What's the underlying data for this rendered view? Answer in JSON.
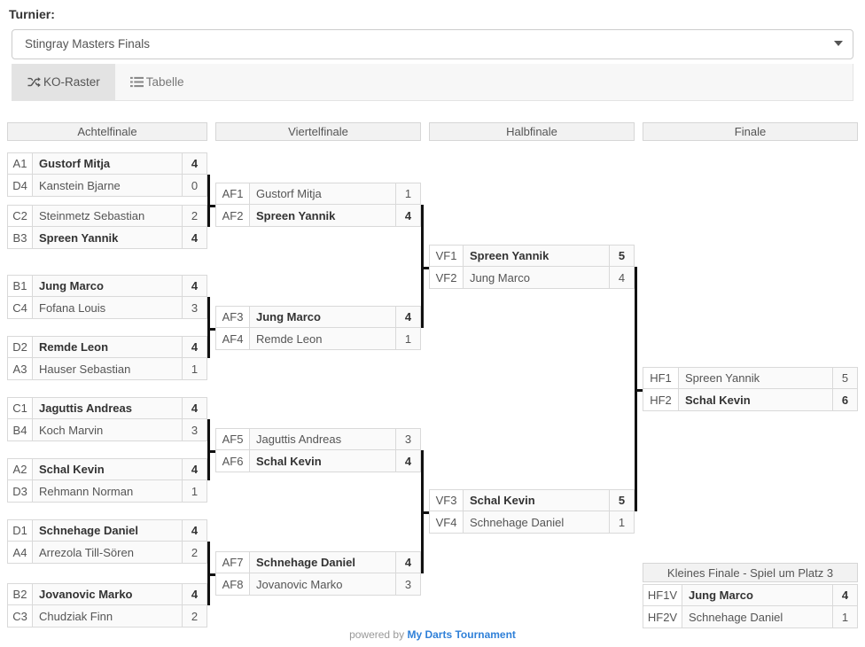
{
  "header": {
    "label": "Turnier:",
    "selected_tournament": "Stingray Masters Finals",
    "tournament_options": [
      "Stingray Masters Finals"
    ]
  },
  "tabs": [
    {
      "label": "KO-Raster",
      "icon": "shuffle-icon",
      "active": true
    },
    {
      "label": "Tabelle",
      "icon": "list-icon",
      "active": false
    }
  ],
  "rounds": [
    {
      "key": "r16",
      "title": "Achtelfinale"
    },
    {
      "key": "qf",
      "title": "Viertelfinale"
    },
    {
      "key": "sf",
      "title": "Halbfinale"
    },
    {
      "key": "f",
      "title": "Finale"
    }
  ],
  "third_place": {
    "title": "Kleines Finale - Spiel um Platz 3"
  },
  "matches": {
    "r16": [
      {
        "top": {
          "seed": "A1",
          "name": "Gustorf Mitja",
          "score": "4",
          "winner": true
        },
        "bot": {
          "seed": "D4",
          "name": "Kanstein Bjarne",
          "score": "0",
          "winner": false
        }
      },
      {
        "top": {
          "seed": "C2",
          "name": "Steinmetz Sebastian",
          "score": "2",
          "winner": false
        },
        "bot": {
          "seed": "B3",
          "name": "Spreen Yannik",
          "score": "4",
          "winner": true
        }
      },
      {
        "top": {
          "seed": "B1",
          "name": "Jung Marco",
          "score": "4",
          "winner": true
        },
        "bot": {
          "seed": "C4",
          "name": "Fofana Louis",
          "score": "3",
          "winner": false
        }
      },
      {
        "top": {
          "seed": "D2",
          "name": "Remde Leon",
          "score": "4",
          "winner": true
        },
        "bot": {
          "seed": "A3",
          "name": "Hauser Sebastian",
          "score": "1",
          "winner": false
        }
      },
      {
        "top": {
          "seed": "C1",
          "name": "Jaguttis Andreas",
          "score": "4",
          "winner": true
        },
        "bot": {
          "seed": "B4",
          "name": "Koch Marvin",
          "score": "3",
          "winner": false
        }
      },
      {
        "top": {
          "seed": "A2",
          "name": "Schal Kevin",
          "score": "4",
          "winner": true
        },
        "bot": {
          "seed": "D3",
          "name": "Rehmann Norman",
          "score": "1",
          "winner": false
        }
      },
      {
        "top": {
          "seed": "D1",
          "name": "Schnehage Daniel",
          "score": "4",
          "winner": true
        },
        "bot": {
          "seed": "A4",
          "name": "Arrezola Till-Sören",
          "score": "2",
          "winner": false
        }
      },
      {
        "top": {
          "seed": "B2",
          "name": "Jovanovic Marko",
          "score": "4",
          "winner": true
        },
        "bot": {
          "seed": "C3",
          "name": "Chudziak Finn",
          "score": "2",
          "winner": false
        }
      }
    ],
    "qf": [
      {
        "top": {
          "seed": "AF1",
          "name": "Gustorf Mitja",
          "score": "1",
          "winner": false
        },
        "bot": {
          "seed": "AF2",
          "name": "Spreen Yannik",
          "score": "4",
          "winner": true
        }
      },
      {
        "top": {
          "seed": "AF3",
          "name": "Jung Marco",
          "score": "4",
          "winner": true
        },
        "bot": {
          "seed": "AF4",
          "name": "Remde Leon",
          "score": "1",
          "winner": false
        }
      },
      {
        "top": {
          "seed": "AF5",
          "name": "Jaguttis Andreas",
          "score": "3",
          "winner": false
        },
        "bot": {
          "seed": "AF6",
          "name": "Schal Kevin",
          "score": "4",
          "winner": true
        }
      },
      {
        "top": {
          "seed": "AF7",
          "name": "Schnehage Daniel",
          "score": "4",
          "winner": true
        },
        "bot": {
          "seed": "AF8",
          "name": "Jovanovic Marko",
          "score": "3",
          "winner": false
        }
      }
    ],
    "sf": [
      {
        "top": {
          "seed": "VF1",
          "name": "Spreen Yannik",
          "score": "5",
          "winner": true
        },
        "bot": {
          "seed": "VF2",
          "name": "Jung Marco",
          "score": "4",
          "winner": false
        }
      },
      {
        "top": {
          "seed": "VF3",
          "name": "Schal Kevin",
          "score": "5",
          "winner": true
        },
        "bot": {
          "seed": "VF4",
          "name": "Schnehage Daniel",
          "score": "1",
          "winner": false
        }
      }
    ],
    "f": [
      {
        "top": {
          "seed": "HF1",
          "name": "Spreen Yannik",
          "score": "5",
          "winner": false
        },
        "bot": {
          "seed": "HF2",
          "name": "Schal Kevin",
          "score": "6",
          "winner": true
        }
      }
    ],
    "third": [
      {
        "top": {
          "seed": "HF1V",
          "name": "Jung Marco",
          "score": "4",
          "winner": true
        },
        "bot": {
          "seed": "HF2V",
          "name": "Schnehage Daniel",
          "score": "1",
          "winner": false
        }
      }
    ]
  },
  "footer": {
    "prefix": "powered by",
    "link": "My Darts Tournament"
  },
  "colors": {
    "link": "#2f80d8",
    "header_bg": "#f2f2f2",
    "row_bg": "#fafafa",
    "connector": "#111111"
  }
}
